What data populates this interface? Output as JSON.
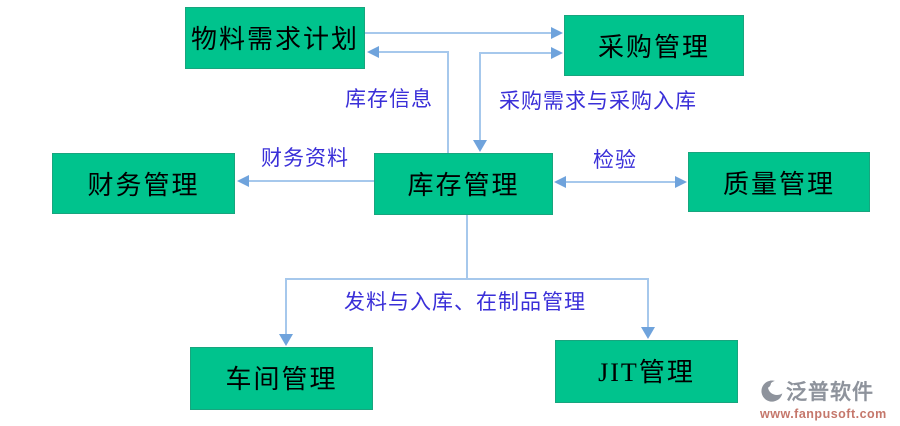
{
  "diagram": {
    "title": "",
    "nodes": [
      {
        "id": "mrp",
        "label": "物料需求计划"
      },
      {
        "id": "purchase",
        "label": "采购管理"
      },
      {
        "id": "finance",
        "label": "财务管理"
      },
      {
        "id": "inventory",
        "label": "库存管理"
      },
      {
        "id": "quality",
        "label": "质量管理"
      },
      {
        "id": "workshop",
        "label": "车间管理"
      },
      {
        "id": "jit",
        "label": "JIT管理"
      }
    ],
    "edges": [
      {
        "from": "mrp",
        "to": "purchase",
        "direction": "one-way",
        "label": ""
      },
      {
        "from": "inventory",
        "to": "mrp",
        "direction": "one-way",
        "label": "库存信息"
      },
      {
        "from": "inventory",
        "to": "purchase",
        "direction": "two-way",
        "label": "采购需求与采购入库"
      },
      {
        "from": "inventory",
        "to": "finance",
        "direction": "one-way",
        "label": "财务资料"
      },
      {
        "from": "inventory",
        "to": "quality",
        "direction": "two-way",
        "label": "检验"
      },
      {
        "from": "inventory",
        "to": "workshop",
        "direction": "one-way",
        "label": "发料与入库、在制品管理"
      },
      {
        "from": "inventory",
        "to": "jit",
        "direction": "one-way",
        "label": "发料与入库、在制品管理"
      }
    ],
    "edge_labels": [
      {
        "id": "inventory-info",
        "text": "库存信息"
      },
      {
        "id": "purchase-demand",
        "text": "采购需求与采购入库"
      },
      {
        "id": "finance-data",
        "text": "财务资料"
      },
      {
        "id": "inspection",
        "text": "检验"
      },
      {
        "id": "issue-receipt",
        "text": "发料与入库、在制品管理"
      }
    ],
    "colors": {
      "node_fill": "#00C38D",
      "node_text": "#000000",
      "label_text": "#3A2FD8",
      "line": "#A6C8EC",
      "arrow": "#6FA3DC",
      "wm_gray": "#8E939C",
      "wm_red": "#C5776B"
    }
  },
  "watermark": {
    "brand": "泛普软件",
    "url": "www.fanpusoft.com"
  }
}
